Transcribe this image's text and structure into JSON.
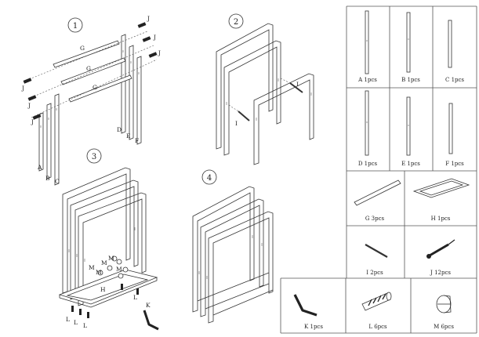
{
  "steps": [
    {
      "number": "1",
      "labels": {
        "A": "A",
        "B": "B",
        "C": "C",
        "D": "D",
        "E": "E",
        "F": "F",
        "G": "G",
        "J": "J"
      }
    },
    {
      "number": "2",
      "labels": {
        "I": "I"
      }
    },
    {
      "number": "3",
      "labels": {
        "M": "M",
        "H": "H",
        "L": "L",
        "K": "K"
      }
    },
    {
      "number": "4"
    }
  ],
  "parts": [
    {
      "id": "A",
      "caption": "A  1pcs"
    },
    {
      "id": "B",
      "caption": "B  1pcs"
    },
    {
      "id": "C",
      "caption": "C  1pcs"
    },
    {
      "id": "D",
      "caption": "D  1pcs"
    },
    {
      "id": "E",
      "caption": "E  1pcs"
    },
    {
      "id": "F",
      "caption": "F  1pcs"
    },
    {
      "id": "G",
      "caption": "G  3pcs"
    },
    {
      "id": "H",
      "caption": "H  1pcs"
    },
    {
      "id": "I",
      "caption": "I  2pcs"
    },
    {
      "id": "J",
      "caption": "J  12pcs"
    },
    {
      "id": "K",
      "caption": "K  1pcs"
    },
    {
      "id": "L",
      "caption": "L  6pcs"
    },
    {
      "id": "M",
      "caption": "M  6pcs"
    }
  ]
}
